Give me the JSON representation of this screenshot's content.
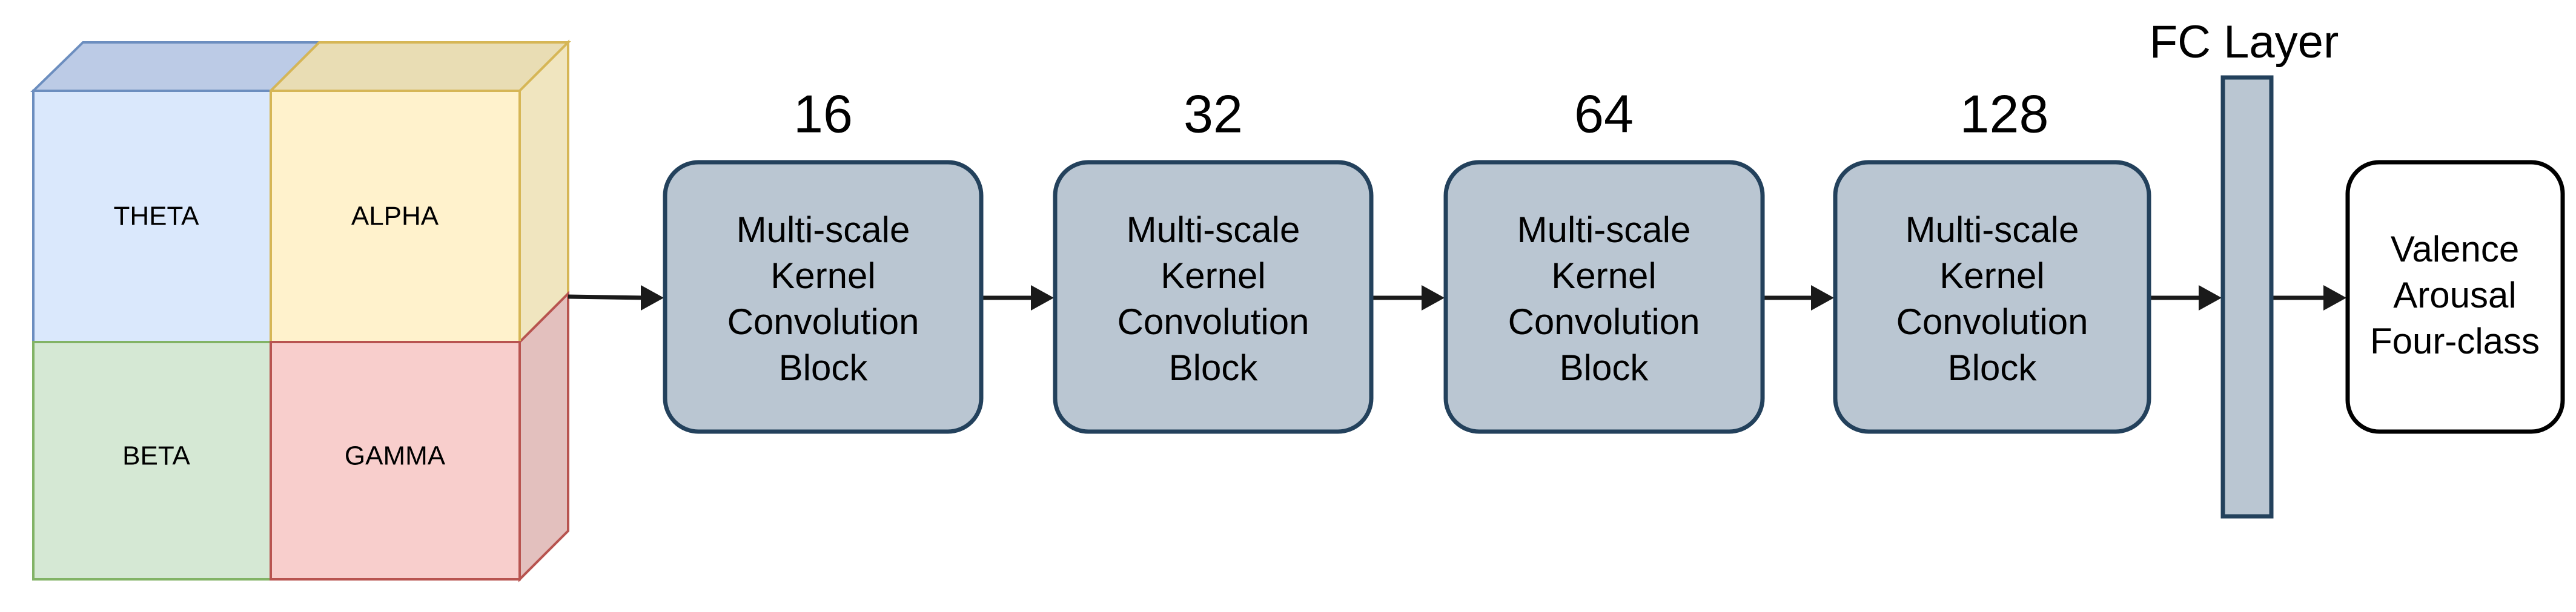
{
  "input_cube": {
    "faces": [
      "THETA",
      "ALPHA",
      "BETA",
      "GAMMA"
    ],
    "colors": {
      "theta": "#dae8fc",
      "theta_stroke": "#6c8ebf",
      "alpha": "#fff2cc",
      "alpha_stroke": "#d6b656",
      "beta": "#d5e8d4",
      "beta_stroke": "#82b366",
      "gamma": "#f8cecc",
      "gamma_stroke": "#b85450"
    }
  },
  "blocks": [
    {
      "channels": "16",
      "lines": [
        "Multi-scale",
        "Kernel",
        "Convolution",
        "Block"
      ]
    },
    {
      "channels": "32",
      "lines": [
        "Multi-scale",
        "Kernel",
        "Convolution",
        "Block"
      ]
    },
    {
      "channels": "64",
      "lines": [
        "Multi-scale",
        "Kernel",
        "Convolution",
        "Block"
      ]
    },
    {
      "channels": "128",
      "lines": [
        "Multi-scale",
        "Kernel",
        "Convolution",
        "Block"
      ]
    }
  ],
  "fc_layer": {
    "label": "FC Layer"
  },
  "output": {
    "lines": [
      "Valence",
      "Arousal",
      "Four-class"
    ]
  },
  "colors": {
    "block_fill": "#bac6d2",
    "block_stroke": "#23415c",
    "arrow": "#1a1a1a"
  }
}
